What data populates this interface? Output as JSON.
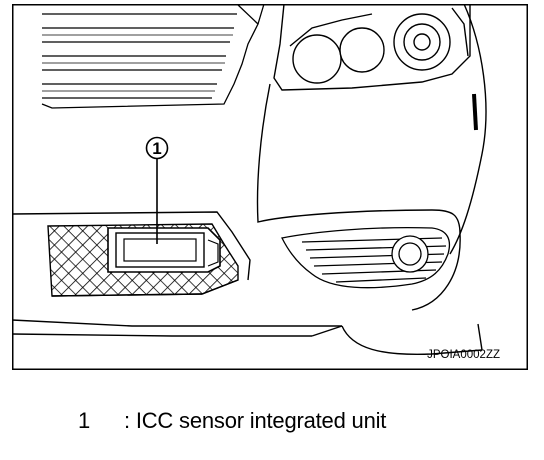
{
  "figure": {
    "callout_number": "1",
    "image_code": "JPOIA0002ZZ"
  },
  "legend": {
    "items": [
      {
        "number": "1",
        "text": ": ICC sensor integrated unit"
      }
    ]
  }
}
